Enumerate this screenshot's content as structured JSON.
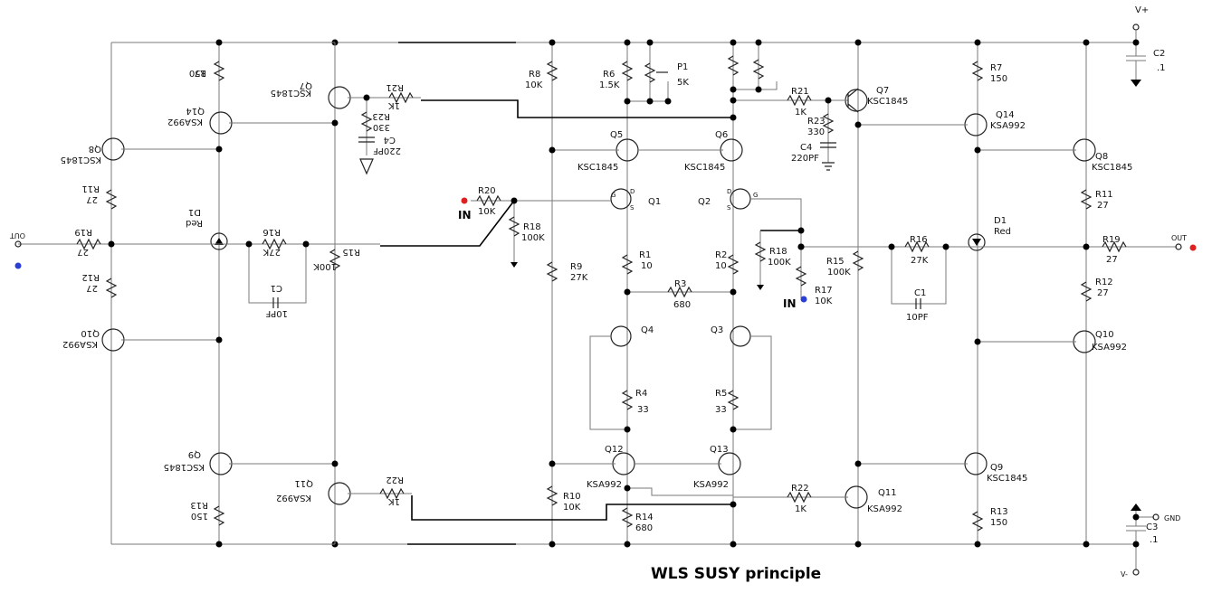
{
  "title": "WLS SUSY principle",
  "rails": {
    "vplus": "V+",
    "vminus": "V-",
    "gnd": "GND"
  },
  "inputs": {
    "in_left": "IN",
    "in_right": "IN"
  },
  "outputs": {
    "out_left": "OUT",
    "out_right": "OUT"
  },
  "marker_colors": {
    "red": "#e02020",
    "blue": "#2a3fd6"
  },
  "center": {
    "r8": [
      "R8",
      "10K"
    ],
    "r6": [
      "R6",
      "1.5K"
    ],
    "p1": [
      "P1",
      "5K"
    ],
    "q5": [
      "Q5",
      "KSC1845"
    ],
    "q6": [
      "Q6",
      "KSC1845"
    ],
    "r20": [
      "R20",
      "10K"
    ],
    "r18a": [
      "R18",
      "100K"
    ],
    "q1": "Q1",
    "q2": "Q2",
    "r18b": [
      "R18",
      "100K"
    ],
    "r17": [
      "R17",
      "10K"
    ],
    "r1": [
      "R1",
      "10"
    ],
    "r2": [
      "R2",
      "10"
    ],
    "r3": [
      "R3",
      "680"
    ],
    "r9": [
      "R9",
      "27K"
    ],
    "q4": "Q4",
    "q3": "Q3",
    "r4": [
      "R4",
      "33"
    ],
    "r5": [
      "R5",
      "33"
    ],
    "q12": [
      "Q12",
      "KSA992"
    ],
    "q13": [
      "Q13",
      "KSA992"
    ],
    "r10": [
      "R10",
      "10K"
    ],
    "r14": [
      "R14",
      "680"
    ],
    "pin_d": "D",
    "pin_g": "G",
    "pin_s": "S"
  },
  "right": {
    "r21": [
      "R21",
      "1K"
    ],
    "r23": [
      "R23",
      "330"
    ],
    "c4": [
      "C4",
      "220PF"
    ],
    "q7": [
      "Q7",
      "KSC1845"
    ],
    "q14": [
      "Q14",
      "KSA992"
    ],
    "q8": [
      "Q8",
      "KSC1845"
    ],
    "r7": [
      "R7",
      "150"
    ],
    "r11": [
      "R11",
      "27"
    ],
    "d1": [
      "D1",
      "Red"
    ],
    "r15": [
      "R15",
      "100K"
    ],
    "r16": [
      "R16",
      "27K"
    ],
    "c1": [
      "C1",
      "10PF"
    ],
    "r19": [
      "R19",
      "27"
    ],
    "r12": [
      "R12",
      "27"
    ],
    "q10": [
      "Q10",
      "KSA992"
    ],
    "q9": [
      "Q9",
      "KSC1845"
    ],
    "r22": [
      "R22",
      "1K"
    ],
    "q11": [
      "Q11",
      "KSA992"
    ],
    "r13": [
      "R13",
      "150"
    ],
    "c2": [
      "C2",
      ".1"
    ],
    "c3": [
      "C3",
      ".1"
    ]
  },
  "left": {
    "r7": [
      "R7",
      "150"
    ],
    "q7": [
      "Q7",
      "KSC1845"
    ],
    "r21": [
      "R21",
      "1K"
    ],
    "q14": [
      "Q14",
      "KSA992"
    ],
    "r23": [
      "R23",
      "330"
    ],
    "c4": [
      "C4",
      "220PF"
    ],
    "q8": [
      "Q8",
      "KSC1845"
    ],
    "r11": [
      "R11",
      "27"
    ],
    "d1": [
      "D1",
      "Red"
    ],
    "r19": [
      "R19",
      "27"
    ],
    "r16": [
      "R16",
      "27K"
    ],
    "r15": [
      "R15",
      "100K"
    ],
    "r12": [
      "R12",
      "27"
    ],
    "c1": [
      "C1",
      "10PF"
    ],
    "q10": [
      "Q10",
      "KSA992"
    ],
    "q9": [
      "Q9",
      "KSC1845"
    ],
    "q11": [
      "Q11",
      "KSA992"
    ],
    "r22": [
      "R22",
      "1K"
    ],
    "r13": [
      "R13",
      "150"
    ]
  }
}
